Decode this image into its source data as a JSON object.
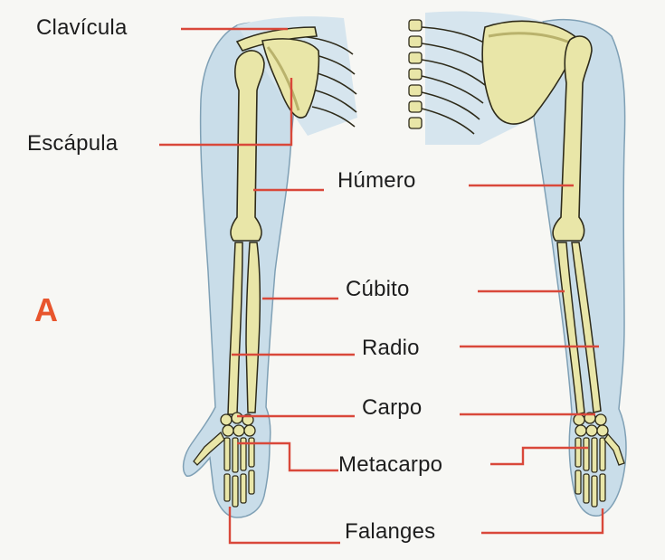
{
  "colors": {
    "paper": "#f7f7f4",
    "skin": "#c9dde9",
    "skin_edge": "#7fa0b5",
    "bone": "#e9e6a8",
    "bone_edge": "#2e2b1a",
    "bone_shade": "#b9b26c",
    "leader": "#d9483a",
    "accent": "#e8552d"
  },
  "panel_letter": "A",
  "labels": {
    "clavicula": "Clavícula",
    "escapula": "Escápula",
    "humero": "Húmero",
    "cubito": "Cúbito",
    "radio": "Radio",
    "carpo": "Carpo",
    "metacarpo": "Metacarpo",
    "falanges": "Falanges"
  }
}
